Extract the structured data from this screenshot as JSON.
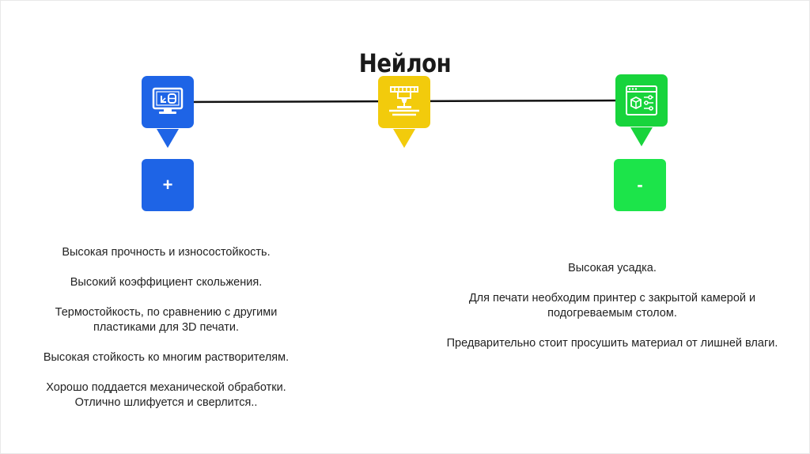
{
  "title": "Нейлон",
  "colors": {
    "blue": "#1e64e6",
    "yellow": "#f2cb0c",
    "green_node": "#18d43c",
    "green_minus": "#1ce44a"
  },
  "icons": {
    "blue": "monitor-3d-model-icon",
    "yellow": "3d-printer-nozzle-icon",
    "green": "browser-settings-cube-icon"
  },
  "pros": {
    "sign": "+",
    "items": [
      "Высокая прочность и износостойкость.",
      "Высокий коэффициент скольжения.",
      "Термостойкость, по сравнению с другими пластиками для 3D печати.",
      "Высокая стойкость ко многим растворителям.",
      "Хорошо поддается механической обработки. Отлично шлифуется и сверлится.."
    ]
  },
  "cons": {
    "sign": "-",
    "items": [
      "Высокая усадка.",
      "Для печати необходим принтер с закрытой камерой и подогреваемым столом.",
      "Предварительно стоит просушить материал от лишней влаги."
    ]
  }
}
